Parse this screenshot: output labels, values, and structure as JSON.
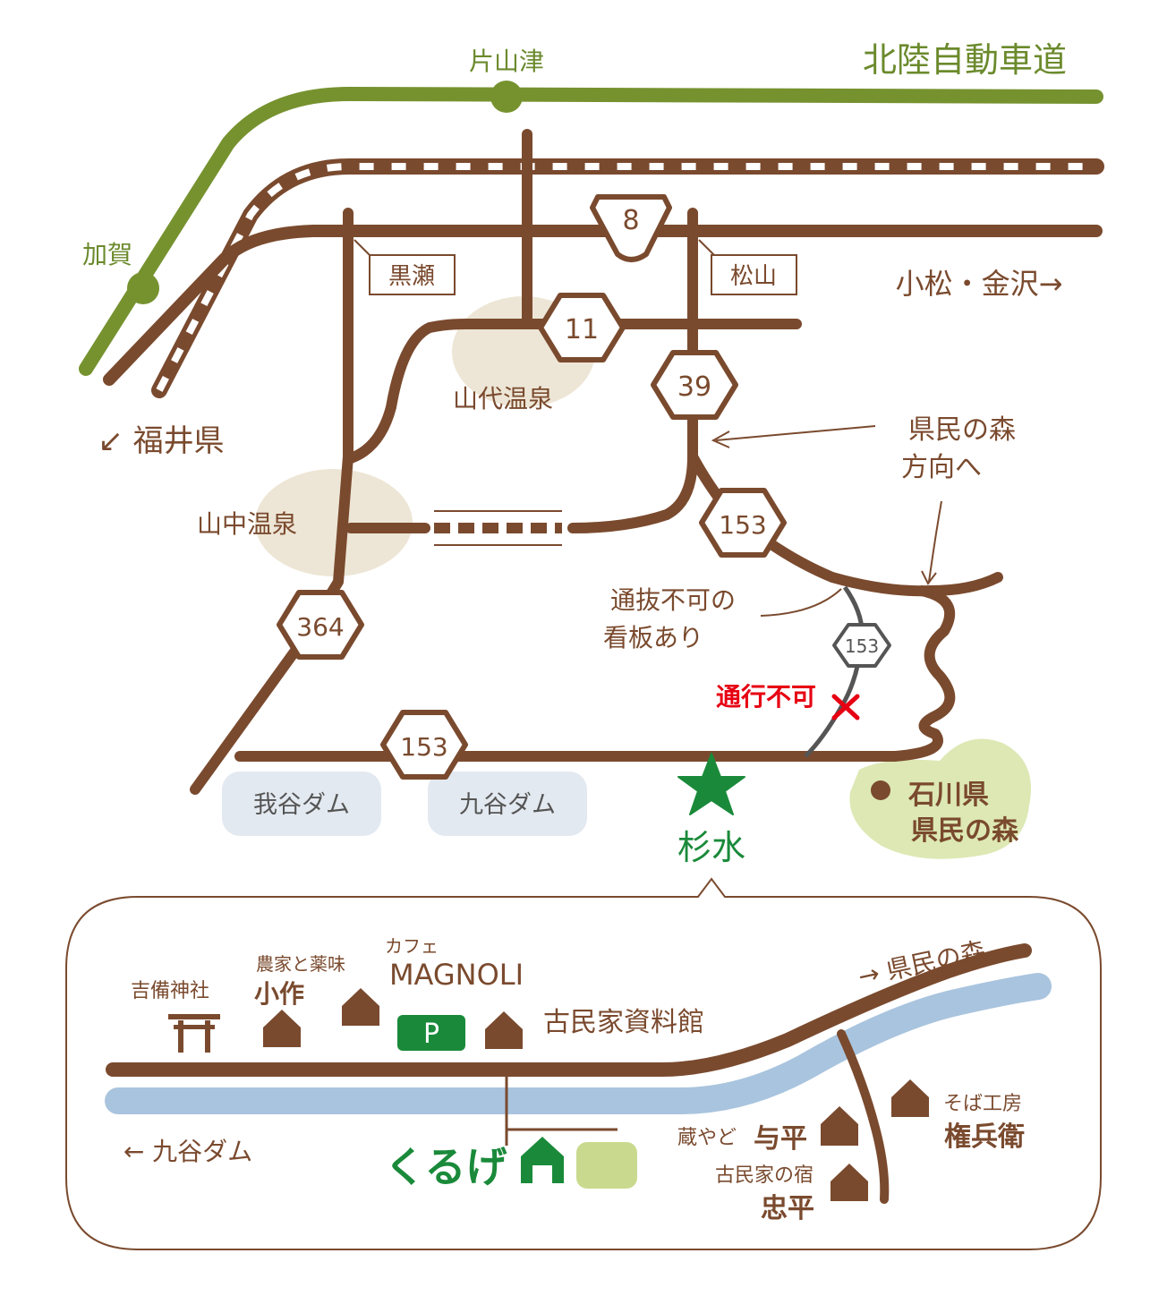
{
  "expressway": {
    "name": "北陸自動車道",
    "ic_katayamazu": "片山津",
    "ic_kaga": "加賀"
  },
  "colors": {
    "road": "#7a4a2e",
    "expressway": "#76922f",
    "onsen_area": "#ede6d6",
    "dam_area": "#e3e9f0",
    "forest_area": "#dde8b4",
    "river": "#a9c4de",
    "accent_green": "#1a8a3a",
    "no_pass_red": "#e60012",
    "gray_road": "#555555"
  },
  "routes": {
    "r8": "8",
    "r11": "11",
    "r39": "39",
    "r153_a": "153",
    "r153_b": "153",
    "r153_small": "153",
    "r364": "364"
  },
  "places": {
    "kurose": "黒瀬",
    "matsuyama": "松山",
    "komatsu_kanazawa": "小松・金沢→",
    "fukui": "↙ 福井県",
    "yamashiro": "山代温泉",
    "yamanaka": "山中温泉",
    "kenmin_dir_line1": "県民の森",
    "kenmin_dir_line2": "方向へ",
    "no_through_line1": "通抜不可の",
    "no_through_line2": "看板あり",
    "no_pass": "通行不可",
    "wagatani_dam": "我谷ダム",
    "kutani_dam": "九谷ダム",
    "sugimizu": "杉水",
    "forest_line1": "石川県",
    "forest_line2": "県民の森"
  },
  "detail": {
    "kibi_shrine": "吉備神社",
    "kosaku_sub": "農家と薬味",
    "kosaku": "小作",
    "cafe_sub": "カフェ",
    "magnoli": "MAGNOLI",
    "parking": "P",
    "museum": "古民家資料館",
    "to_kenmin": "→ 県民の森",
    "to_kutani": "← 九谷ダム",
    "kurage": "くるげ",
    "yohei_sub": "蔵やど",
    "yohei": "与平",
    "soba_sub": "そば工房",
    "gonbee": "権兵衛",
    "chuhei_sub": "古民家の宿",
    "chuhei": "忠平"
  }
}
